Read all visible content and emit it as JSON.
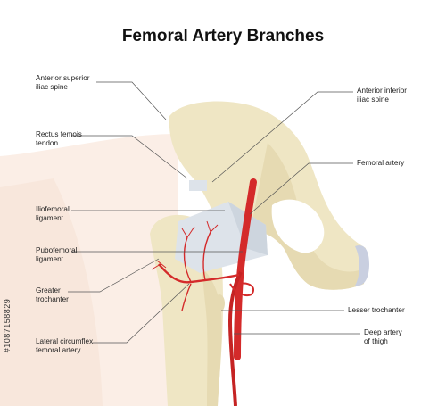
{
  "title": "Femoral Artery Branches",
  "labels": {
    "anterior_superior_iliac_spine": "Anterior superior\niliac spine",
    "rectus_femoris_tendon": "Rectus femois\ntendon",
    "iliofemoral_ligament": "Iliofemoral\nligament",
    "pubofemoral_ligament": "Pubofemoral\nligament",
    "greater_trochanter": "Greater\ntrochanter",
    "lateral_circumflex_femoral_artery": "Lateral circumflex\nfemoral artery",
    "anterior_inferior_iliac_spine": "Anterior inferior\niliac spine",
    "femoral_artery": "Femoral artery",
    "lesser_trochanter": "Lesser trochanter",
    "deep_artery_of_thigh": "Deep artery\nof thigh"
  },
  "stock_id": "#1087158829",
  "colors": {
    "bone": "#efe6c4",
    "bone_shadow": "#e2d6ac",
    "artery": "#d42a2a",
    "ligament": "#dde3ea",
    "cartilage": "#c9cfe0",
    "skin": "#fbeee6",
    "leader": "#555555"
  }
}
